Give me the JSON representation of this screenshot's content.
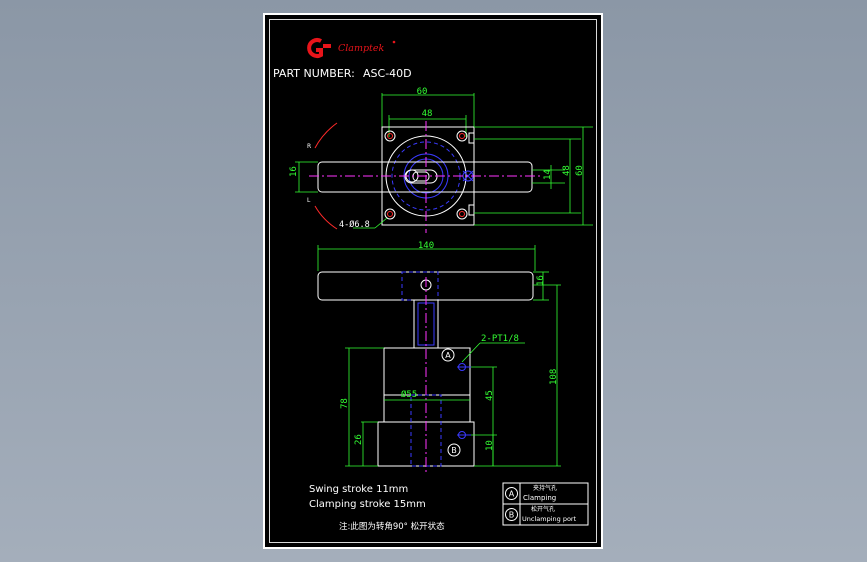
{
  "logo": {
    "name": "Clamptek",
    "color": "#e8141a"
  },
  "part_number": {
    "label": "PART NUMBER:",
    "value": "ASC-40D"
  },
  "top_view_dims": {
    "width_outer": "60",
    "width_inner": "48",
    "arm_height": "16",
    "slot_width": "14",
    "height_inner": "48",
    "height_outer": "60",
    "hole_label": "4-Ø6.8",
    "rotate_right": "R",
    "rotate_left": "L"
  },
  "side_view_dims": {
    "arm_length": "140",
    "arm_thickness": "16",
    "port_label": "2-PT1/8",
    "port_a": "A",
    "port_b": "B",
    "body_dia": "Ø55",
    "body_height": "78",
    "base_height": "26",
    "port_a_height": "45",
    "port_b_height": "10",
    "total_height": "108"
  },
  "notes": {
    "swing": "Swing stroke 11mm",
    "clamping": "Clamping stroke 15mm",
    "note_cn": "注:此图为转角90° 松开状态"
  },
  "port_table": [
    {
      "symbol": "A",
      "cn": "夹持气孔",
      "en": "Clamping"
    },
    {
      "symbol": "B",
      "cn": "松开气孔",
      "en": "Unclamping port"
    }
  ],
  "colors": {
    "background": "#9aa5b3",
    "sheet": "#000000",
    "outline": "#ffffff",
    "dimension": "#33ff33",
    "centerline": "#ff33ff",
    "hidden": "#3a3aff",
    "hole": "#ff2a2a"
  }
}
